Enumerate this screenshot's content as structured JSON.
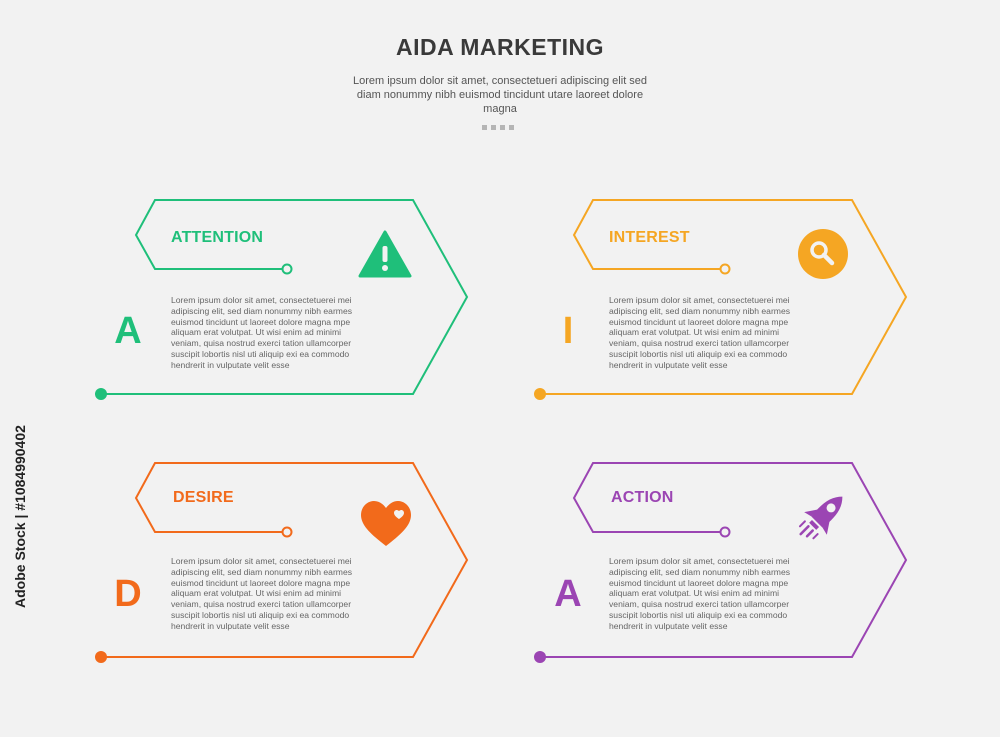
{
  "header": {
    "title": "AIDA MARKETING",
    "subtitle": "Lorem ipsum dolor sit amet, consectetueri adipiscing elit sed diam nonummy nibh euismod tincidunt utare laoreet dolore magna"
  },
  "stages": [
    {
      "key": "attention",
      "label": "ATTENTION",
      "letter": "A",
      "color": "#1fbf7a",
      "icon": "warning-triangle-icon",
      "text": "Lorem ipsum dolor sit amet, consectetuerei mei adipiscing elit, sed diam nonummy nibh earmes euismod tincidunt ut laoreet dolore magna mpe aliquam erat volutpat. Ut wisi enim ad minimi veniam, quisa nostrud exerci tation ullamcorper suscipit lobortis nisl uti aliquip exi ea commodo hendrerit in vulputate velit esse"
    },
    {
      "key": "interest",
      "label": "INTEREST",
      "letter": "I",
      "color": "#f5a623",
      "icon": "magnifier-icon",
      "text": "Lorem ipsum dolor sit amet, consectetuerei mei adipiscing elit, sed diam nonummy nibh earmes euismod tincidunt ut laoreet dolore magna mpe aliquam erat volutpat. Ut wisi enim ad minimi veniam, quisa nostrud exerci tation ullamcorper suscipit lobortis nisl uti aliquip exi ea commodo hendrerit in vulputate velit esse"
    },
    {
      "key": "desire",
      "label": "DESIRE",
      "letter": "D",
      "color": "#f26a1b",
      "icon": "heart-icon",
      "text": "Lorem ipsum dolor sit amet, consectetuerei mei adipiscing elit, sed diam nonummy nibh earmes euismod tincidunt ut laoreet dolore magna mpe aliquam erat volutpat. Ut wisi enim ad minimi veniam, quisa nostrud exerci tation ullamcorper suscipit lobortis nisl uti aliquip exi ea commodo hendrerit in vulputate velit esse"
    },
    {
      "key": "action",
      "label": "ACTION",
      "letter": "A",
      "color": "#9b45b3",
      "icon": "rocket-icon",
      "text": "Lorem ipsum dolor sit amet, consectetuerei mei adipiscing elit, sed diam nonummy nibh earmes euismod tincidunt ut laoreet dolore magna mpe aliquam erat volutpat. Ut wisi enim ad minimi veniam, quisa nostrud exerci tation ullamcorper suscipit lobortis nisl uti aliquip exi ea commodo hendrerit in vulputate velit esse"
    }
  ],
  "watermark": "Adobe Stock | #1084990402"
}
